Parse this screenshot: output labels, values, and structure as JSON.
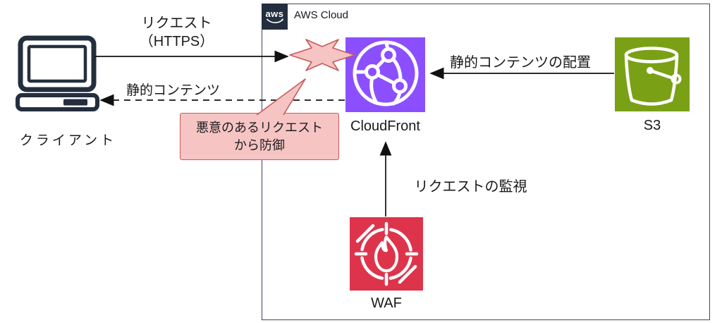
{
  "aws_cloud": {
    "logo_text": "aws",
    "label": "AWS Cloud"
  },
  "nodes": {
    "client": {
      "label": "クライアント"
    },
    "cloudfront": {
      "label": "CloudFront"
    },
    "s3": {
      "label": "S3"
    },
    "waf": {
      "label": "WAF"
    }
  },
  "edges": {
    "request": {
      "line1": "リクエスト",
      "line2": "（HTTPS）",
      "style": "solid",
      "direction": "client-to-cloudfront"
    },
    "static_content": {
      "label": "静的コンテンツ",
      "style": "dashed",
      "direction": "cloudfront-to-client"
    },
    "s3_deploy": {
      "label": "静的コンテンツの配置",
      "style": "solid",
      "direction": "s3-to-cloudfront"
    },
    "waf_monitor": {
      "label": "リクエストの監視",
      "style": "solid",
      "direction": "waf-to-cloudfront"
    }
  },
  "callout": {
    "line1": "悪意のあるリクエスト",
    "line2": "から防御"
  },
  "icons": {
    "client": "laptop-icon",
    "cloudfront": "globe-network-icon",
    "s3": "bucket-icon",
    "waf": "flame-target-icon",
    "burst": "burst-star-icon",
    "aws": "aws-logo"
  },
  "colors": {
    "cloudfront": "#8C4FFF",
    "s3": "#7AA116",
    "waf": "#DD344C",
    "dark": "#232F3E",
    "burst_fill": "#F5C4C3",
    "burst_border": "#C75B5B",
    "arrow": "#111111"
  }
}
